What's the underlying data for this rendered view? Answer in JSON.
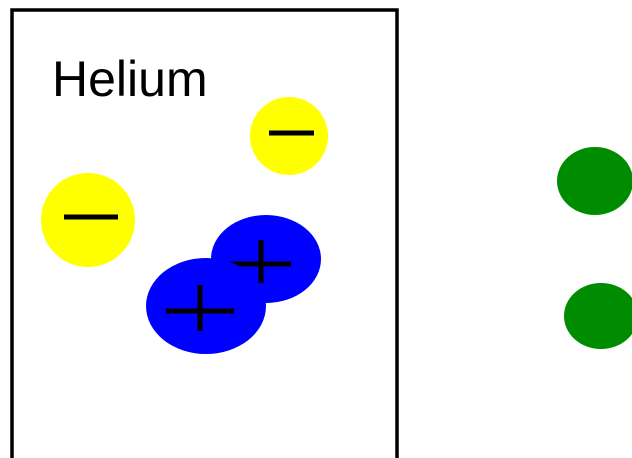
{
  "title": "Helium",
  "colors": {
    "background": "#ffffff",
    "frame": "#000000",
    "electron": "#ffff00",
    "proton": "#0000ff",
    "sign": "#000000",
    "particle": "#008c00",
    "text": "#000000"
  },
  "electrons": [
    {
      "charge": "negative"
    },
    {
      "charge": "negative"
    }
  ],
  "protons": [
    {
      "charge": "positive"
    },
    {
      "charge": "positive"
    }
  ],
  "particles_outside_box": [
    {
      "kind": "green-particle"
    },
    {
      "kind": "green-particle"
    }
  ],
  "icons": {
    "electron": "minus-sign-icon",
    "proton": "plus-sign-icon"
  }
}
